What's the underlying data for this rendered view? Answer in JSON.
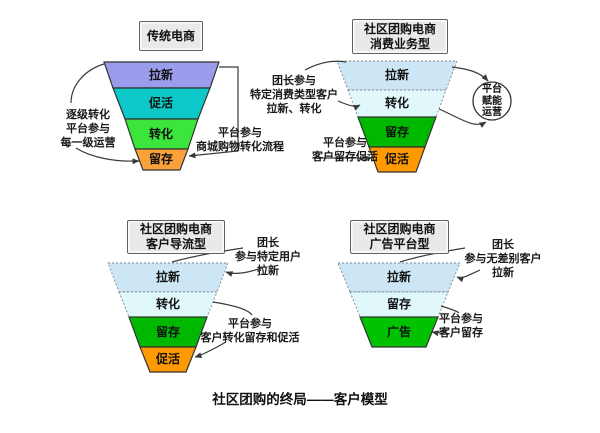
{
  "page": {
    "caption": "社区团购的终局——客户模型"
  },
  "colors": {
    "trad_laxin": "#9C9CEC",
    "trad_cuhuo": "#0CC8C8",
    "trad_zhuanhua": "#3CE53C",
    "trad_liucun": "#F9A23A",
    "light_blue": "#CDE6F5",
    "pale_cyan": "#E0F8FA",
    "green": "#00B800",
    "orange": "#FF9900",
    "ad_green": "#00C200",
    "title_box_bg": "#E9E9E9"
  },
  "funnels": {
    "traditional": {
      "title": "传统电商",
      "layers": [
        {
          "label": "拉新",
          "color": "#9C9CEC"
        },
        {
          "label": "促活",
          "color": "#0CC8C8"
        },
        {
          "label": "转化",
          "color": "#3CE53C"
        },
        {
          "label": "留存",
          "color": "#F9A23A"
        }
      ]
    },
    "consumer": {
      "title_line1": "社区团购电商",
      "title_line2": "消费业务型",
      "layers": [
        {
          "label": "拉新",
          "color": "#CDE6F5"
        },
        {
          "label": "转化",
          "color": "#E0F8FA"
        },
        {
          "label": "留存",
          "color": "#00B800"
        },
        {
          "label": "促活",
          "color": "#FF9900"
        }
      ]
    },
    "referral": {
      "title_line1": "社区团购电商",
      "title_line2": "客户导流型",
      "layers": [
        {
          "label": "拉新",
          "color": "#CDE6F5"
        },
        {
          "label": "转化",
          "color": "#E0F8FA"
        },
        {
          "label": "留存",
          "color": "#00B800"
        },
        {
          "label": "促活",
          "color": "#FF9900"
        }
      ]
    },
    "ads": {
      "title_line1": "社区团购电商",
      "title_line2": "广告平台型",
      "layers": [
        {
          "label": "拉新",
          "color": "#CDE6F5"
        },
        {
          "label": "留存",
          "color": "#E0F8FA"
        },
        {
          "label": "广告",
          "color": "#00C200"
        }
      ]
    }
  },
  "annotations": {
    "trad_left": {
      "line1": "逐级转化",
      "line2": "平台参与",
      "line3": "每一级运营"
    },
    "trad_right": {
      "line1": "平台参与",
      "line2": "商城购物转化流程"
    },
    "consumer_left": {
      "line1": "团长参与",
      "line2": "特定消费类型客户",
      "line3": "拉新、转化"
    },
    "consumer_bottom": {
      "line1": "平台参与",
      "line2": "客户留存促活"
    },
    "platform_circle": {
      "line1": "平台",
      "line2": "赋能",
      "line3": "运营"
    },
    "referral_right": {
      "line1": "团长",
      "line2": "参与特定用户",
      "line3": "拉新"
    },
    "referral_bottom": {
      "line1": "平台参与",
      "line2": "客户转化留存和促活"
    },
    "ads_right": {
      "line1": "团长",
      "line2": "参与无差别客户",
      "line3": "拉新"
    },
    "ads_bottom": {
      "line1": "平台参与",
      "line2": "客户留存"
    }
  }
}
